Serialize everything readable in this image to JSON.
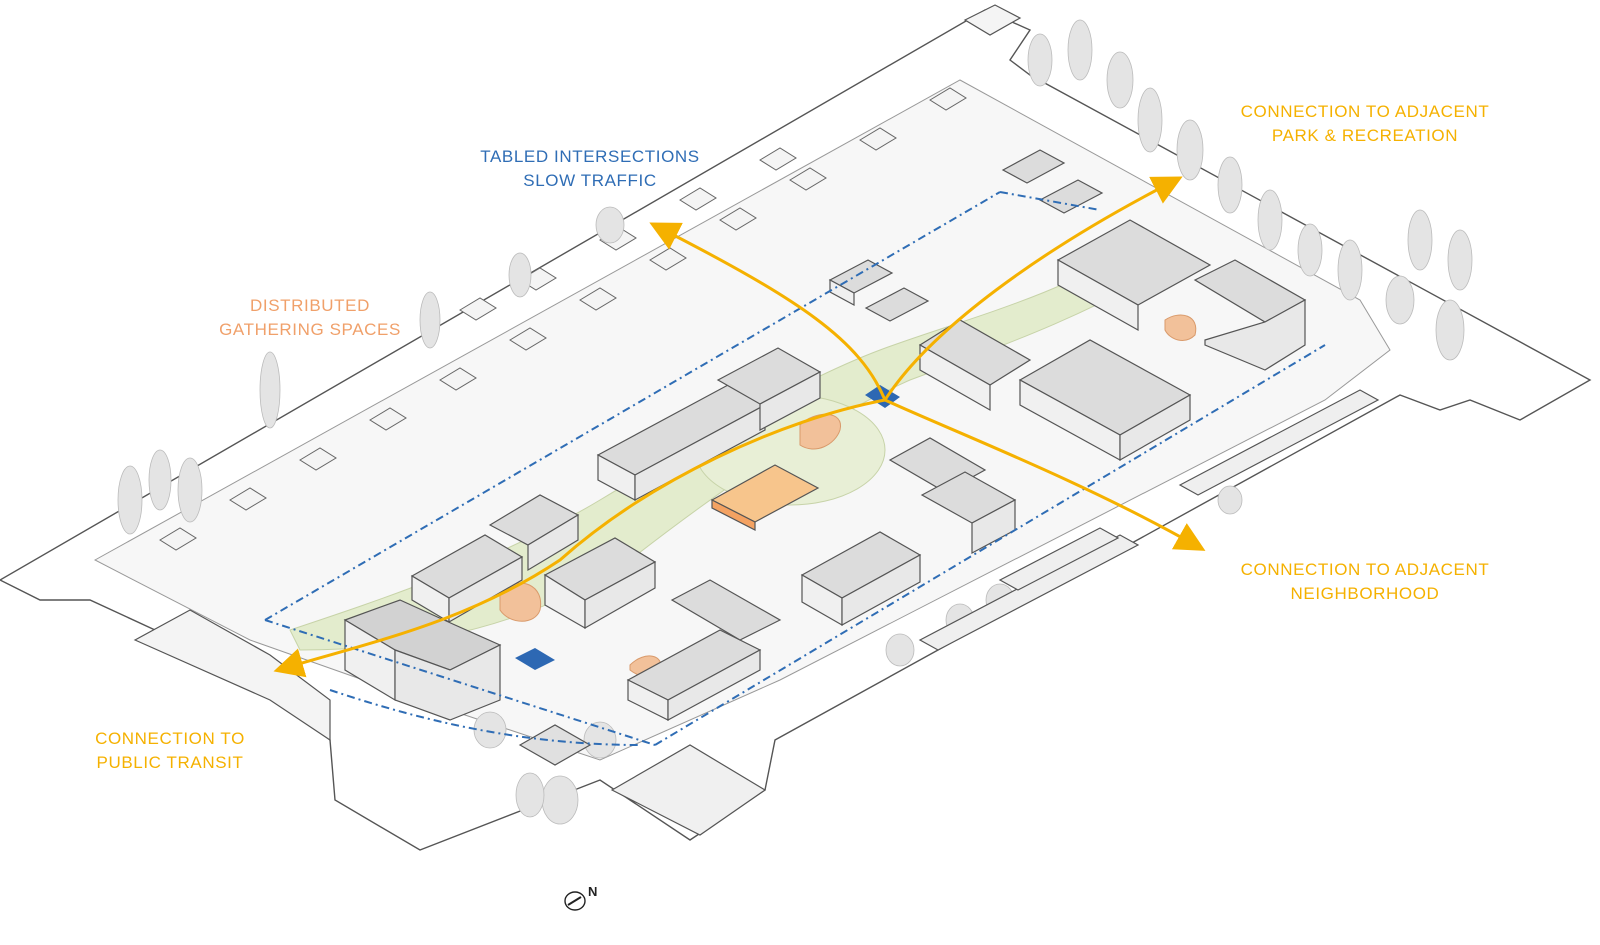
{
  "colors": {
    "connection": "#f5b100",
    "traffic": "#2f6db5",
    "gathering": "#f0a06a",
    "green": "#e3eccd",
    "building_roof": "#dcdcdc",
    "building_wall": "#efefef",
    "outline": "#555555",
    "tree": "#e2e2e2",
    "pavilion": "#f7c58c",
    "plaza": "#2d68b3"
  },
  "labels": {
    "tabled": [
      "TABLED INTERSECTIONS",
      "SLOW TRAFFIC"
    ],
    "gathering": [
      "DISTRIBUTED",
      "GATHERING SPACES"
    ],
    "park": [
      "CONNECTION TO ADJACENT",
      "PARK & RECREATION"
    ],
    "neighborhood": [
      "CONNECTION TO ADJACENT",
      "NEIGHBORHOOD"
    ],
    "transit": [
      "CONNECTION TO",
      "PUBLIC TRANSIT"
    ]
  },
  "north_arrow": {
    "letter": "N",
    "icon": "north-arrow-icon"
  }
}
